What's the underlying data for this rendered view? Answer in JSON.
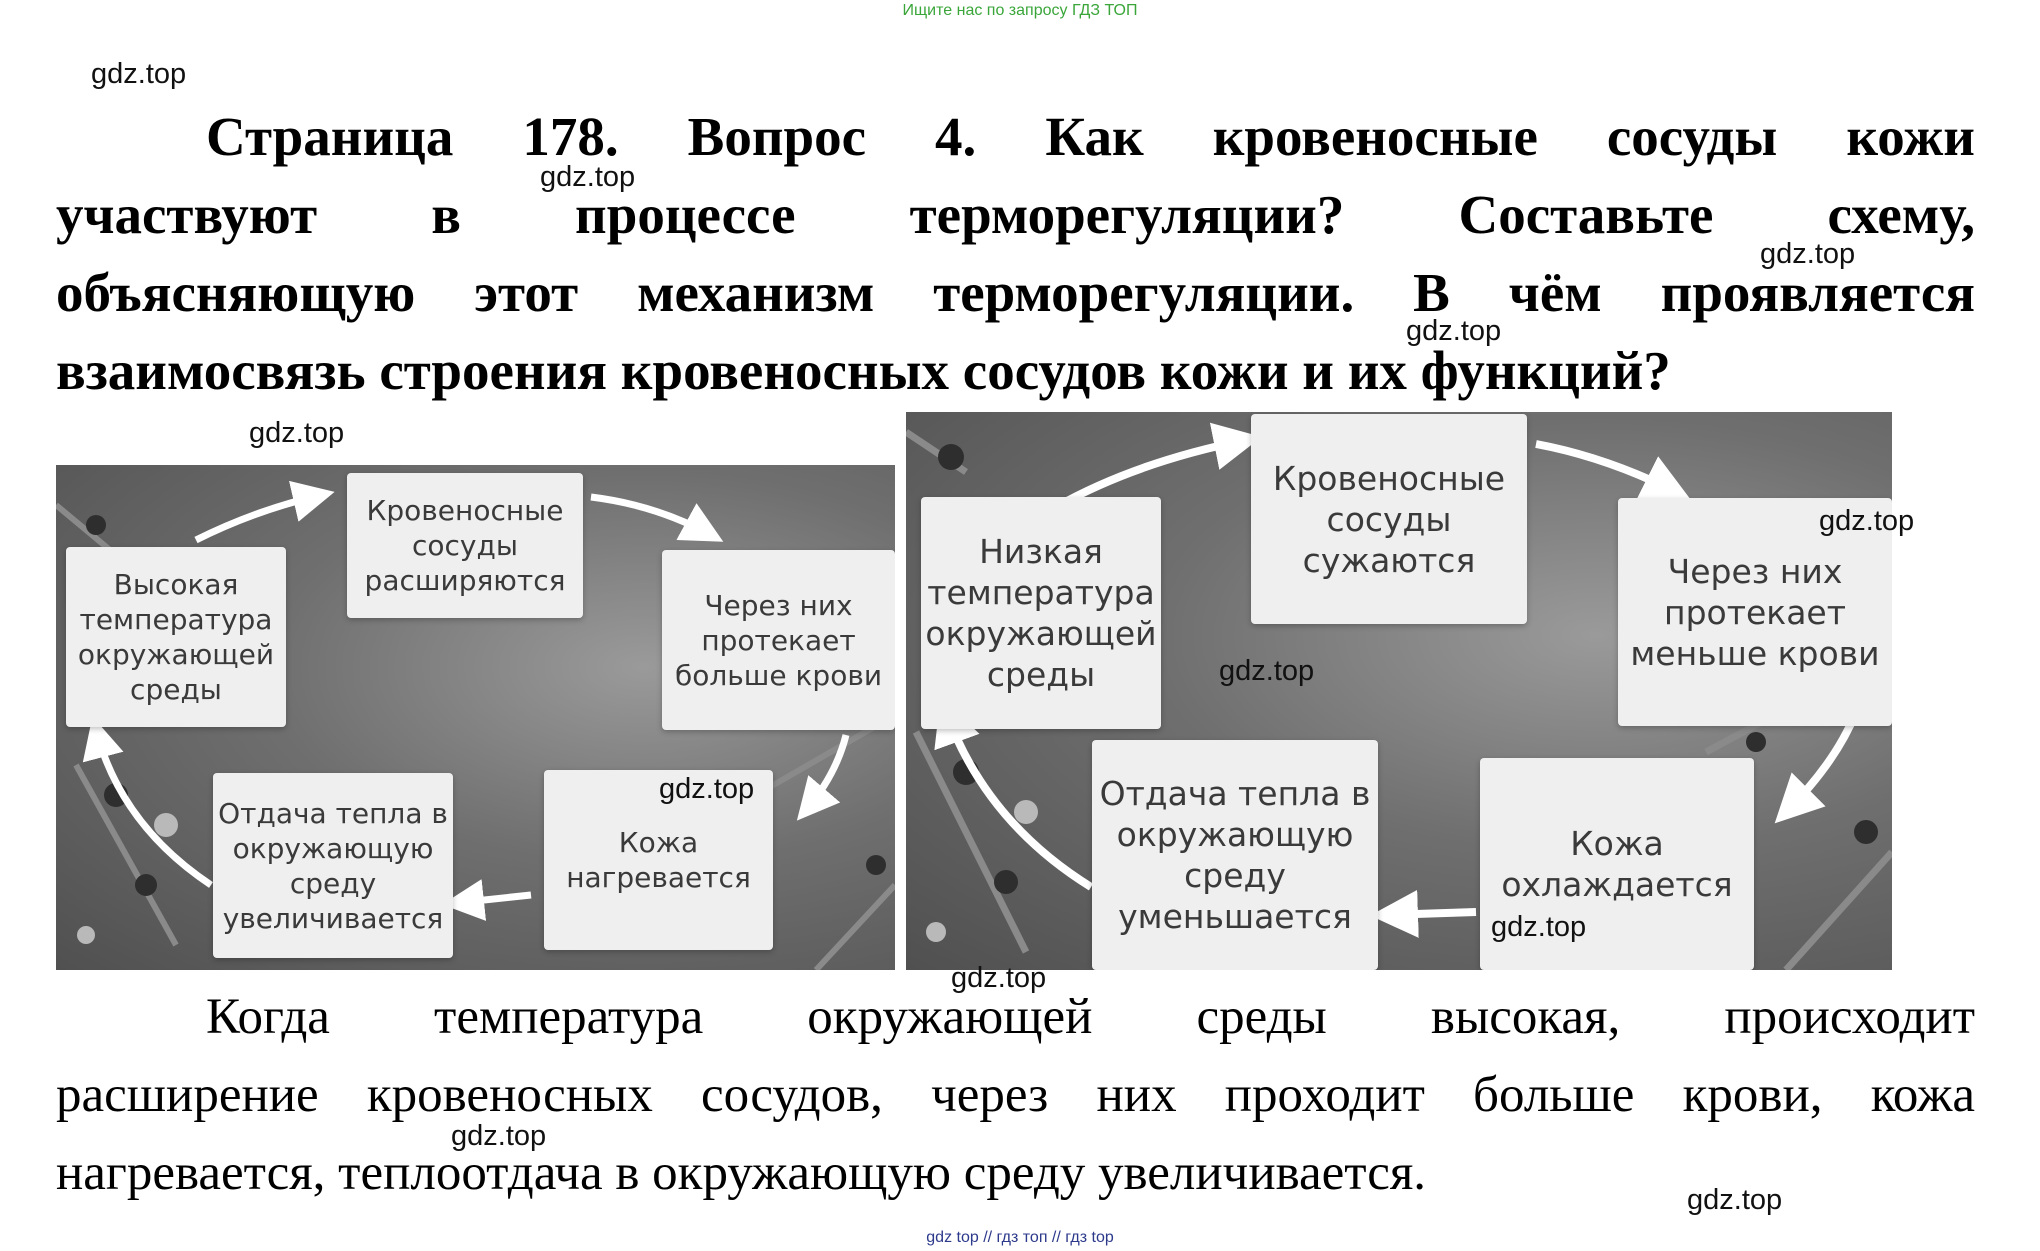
{
  "banner_top": "Ищите нас по запросу ГДЗ ТОП",
  "banner_bottom": "gdz top  //  гдз топ  //  гдз top",
  "watermark": "gdz.top",
  "question": {
    "line1": "Страница 178. Вопрос 4.   Как кровеносные сосуды кожи",
    "line2": "участвуют в процессе терморегуляции? Составьте схему,",
    "line3": "объясняющую этот механизм терморегуляции. В чём проявляется",
    "line4": "взаимосвязь строения кровеносных сосудов кожи и их функций?"
  },
  "diagram_high": {
    "box_start": "Высокая\nтемпература\nокружающей\nсреды",
    "box_vessels": "Кровеносные\nсосуды\nрасширяются",
    "box_flow": "Через них\nпротекает\nбольше крови",
    "box_skin": "Кожа\nнагревается",
    "box_heat": "Отдача тепла в\nокружающую\nсреду\nувеличивается"
  },
  "diagram_low": {
    "box_start": "Низкая\nтемпература\nокружающей\nсреды",
    "box_vessels": "Кровеносные\nсосуды\nсужаются",
    "box_flow": "Через них\nпротекает\nменьше крови",
    "box_skin": "Кожа\nохлаждается",
    "box_heat": "Отдача тепла в\nокружающую\nсреду\nуменьшается"
  },
  "answer": {
    "line1": "Когда температура окружающей среды высокая, происходит",
    "line2": "расширение кровеносных сосудов, через них проходит больше крови, кожа",
    "line3": "нагревается, теплоотдача в окружающую среду увеличивается."
  }
}
